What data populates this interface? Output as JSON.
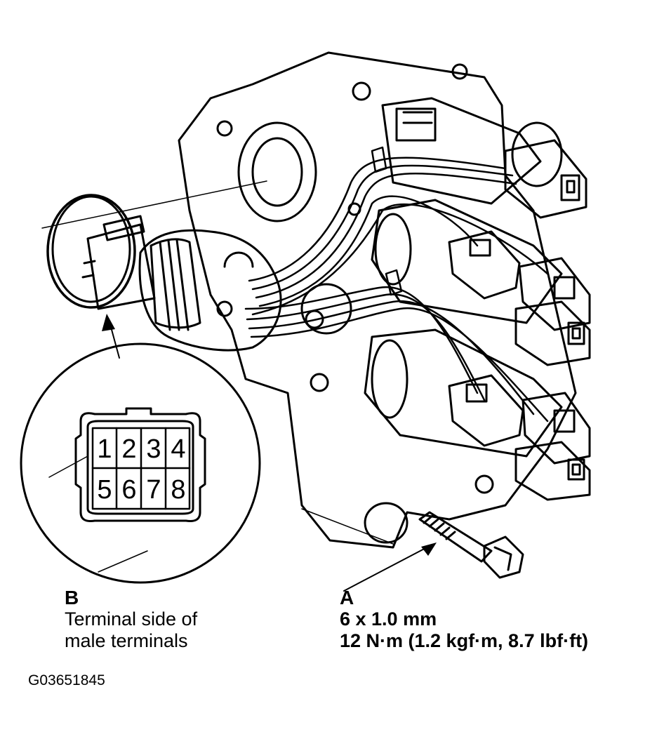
{
  "callout_b": {
    "letter": "B",
    "line1": "Terminal side of",
    "line2": "male terminals"
  },
  "callout_a": {
    "letter": "A",
    "size": "6 x 1.0 mm",
    "torque": "12 N·m (1.2 kgf·m, 8.7 lbf·ft)"
  },
  "connector_terminals": [
    "1",
    "2",
    "3",
    "4",
    "5",
    "6",
    "7",
    "8"
  ],
  "figure_id": "G03651845"
}
